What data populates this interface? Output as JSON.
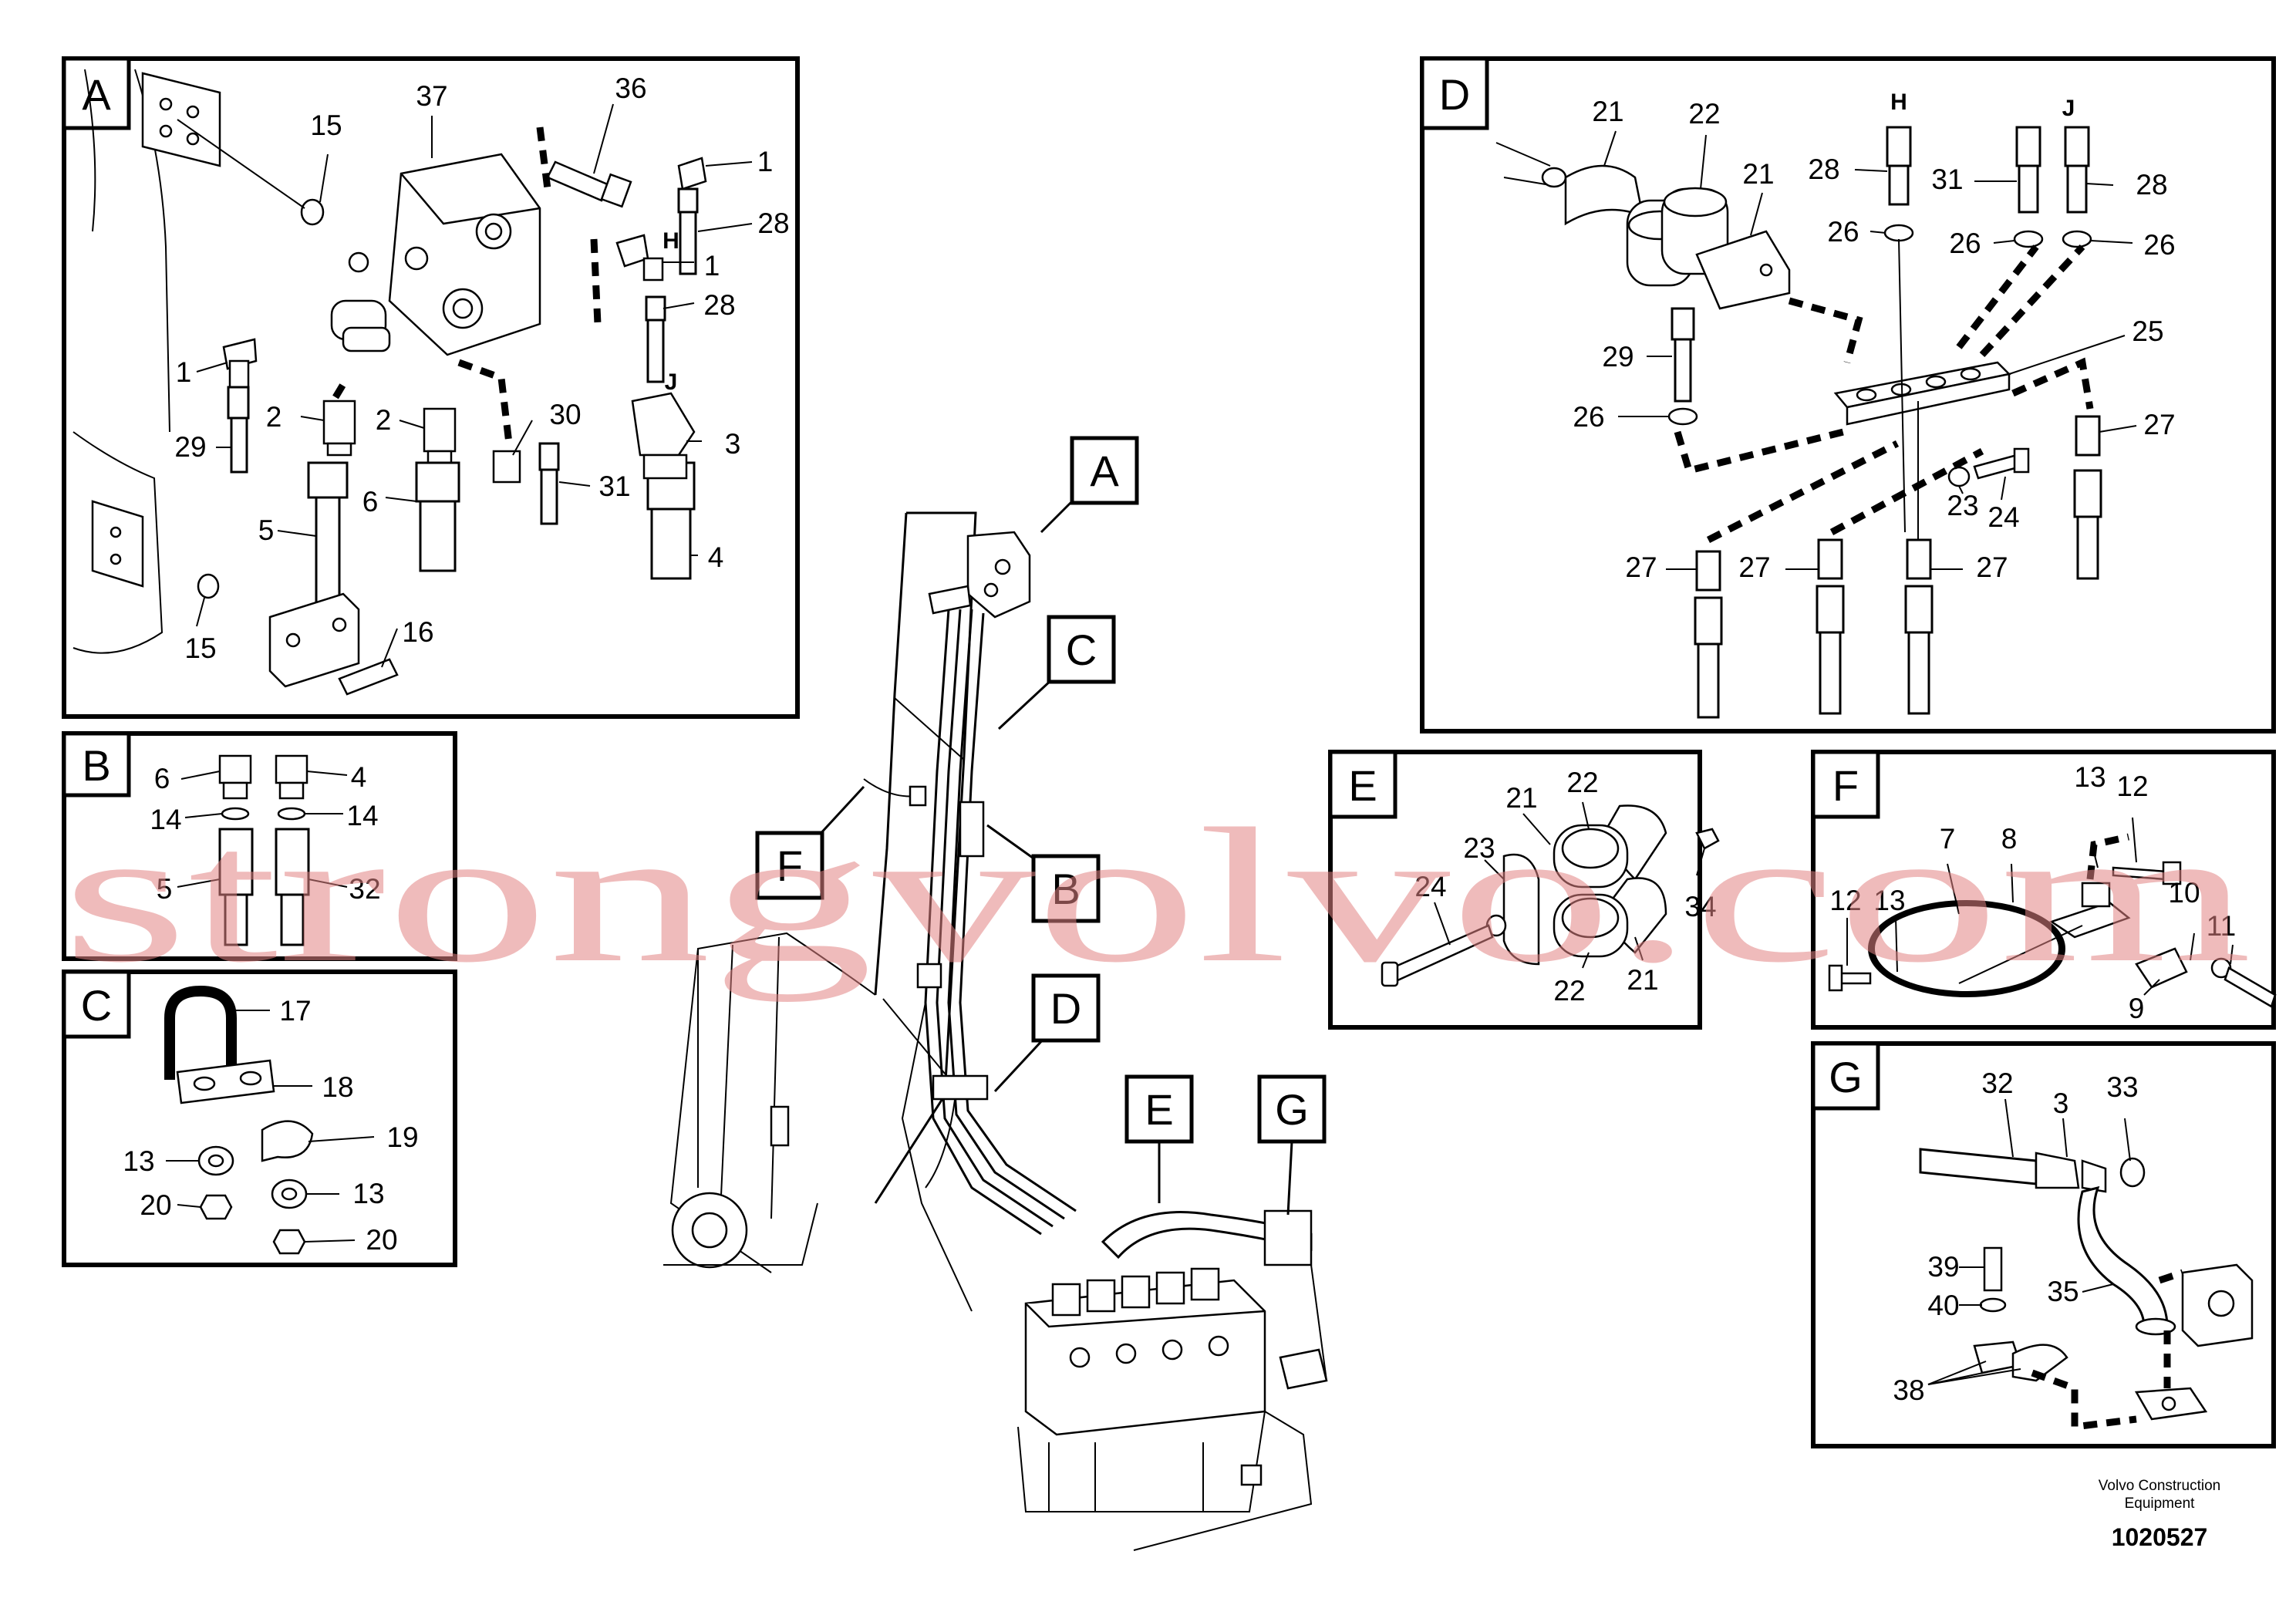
{
  "panels": {
    "A": {
      "letter": "A",
      "callouts": [
        "37",
        "36",
        "15",
        "1",
        "28",
        "H",
        "1",
        "28",
        "J",
        "1",
        "2",
        "2",
        "30",
        "29",
        "3",
        "6",
        "31",
        "5",
        "4",
        "15",
        "16"
      ]
    },
    "B": {
      "letter": "B",
      "callouts": [
        "6",
        "4",
        "14",
        "14",
        "5",
        "32"
      ]
    },
    "C": {
      "letter": "C",
      "callouts": [
        "17",
        "18",
        "19",
        "13",
        "13",
        "20",
        "20"
      ]
    },
    "D": {
      "letter": "D",
      "callouts": [
        "21",
        "22",
        "H",
        "J",
        "28",
        "31",
        "28",
        "21",
        "26",
        "26",
        "26",
        "25",
        "29",
        "26",
        "27",
        "23",
        "24",
        "27",
        "27",
        "27"
      ]
    },
    "E": {
      "letter": "E",
      "callouts": [
        "21",
        "22",
        "23",
        "24",
        "34",
        "22",
        "21"
      ]
    },
    "F": {
      "letter": "F",
      "callouts": [
        "13",
        "12",
        "7",
        "8",
        "12",
        "13",
        "10",
        "11",
        "9"
      ]
    },
    "G": {
      "letter": "G",
      "callouts": [
        "32",
        "3",
        "33",
        "39",
        "40",
        "35",
        "38"
      ]
    }
  },
  "overview_tags": [
    "A",
    "C",
    "F",
    "B",
    "D",
    "E",
    "G"
  ],
  "watermark": "strongvolvo.com",
  "footer": {
    "brand_line1": "Volvo Construction",
    "brand_line2": "Equipment",
    "drawing_number": "1020527"
  }
}
